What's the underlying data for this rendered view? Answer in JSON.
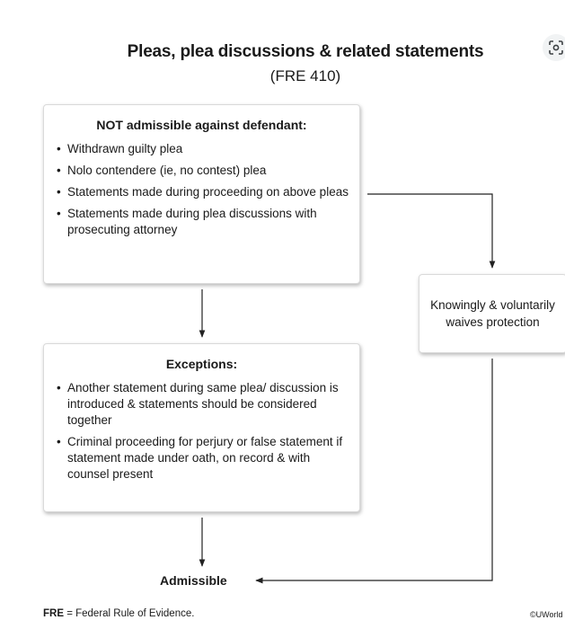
{
  "title": "Pleas, plea discussions & related statements",
  "subtitle": "(FRE 410)",
  "not_admissible": {
    "heading": "NOT admissible against defendant:",
    "items": [
      "Withdrawn guilty plea",
      "Nolo contendere (ie, no contest) plea",
      "Statements made during proceeding on above pleas",
      "Statements made during plea discussions with prosecuting attorney"
    ]
  },
  "exceptions": {
    "heading": "Exceptions:",
    "items": [
      "Another statement during same plea/ discussion is introduced & statements should be considered together",
      "Criminal proceeding for perjury or false statement if statement made under oath, on record & with counsel present"
    ]
  },
  "waiver": {
    "text": "Knowingly & voluntarily waives protection"
  },
  "admissible": "Admissible",
  "footnote": {
    "abbr": "FRE",
    "definition": " = Federal Rule of Evidence."
  },
  "copyright": "©UWorld",
  "icons": {
    "lens": "google-lens-icon"
  }
}
